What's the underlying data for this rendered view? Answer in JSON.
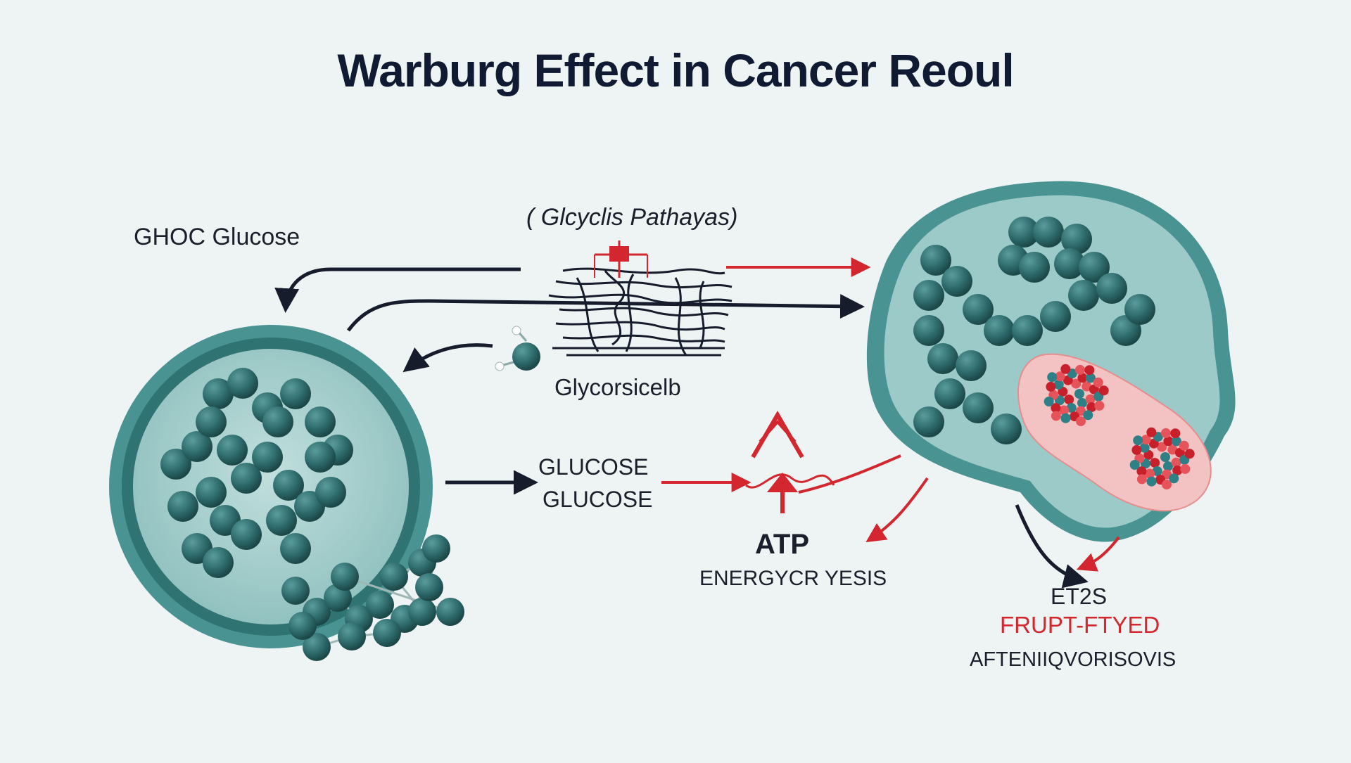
{
  "title": "Warburg Effect in Cancer Reoul",
  "labels": {
    "glucose_in": "GHOC Glucose",
    "pathways": "( Glcyclis Pathayas)",
    "glycos": "Glycorsicelb",
    "glucose_1": "GLUCOSE",
    "glucose_2": "GLUCOSE",
    "atp": "ATP",
    "energy": "ENERGYCR YESIS",
    "ets": "ET2S",
    "frupt": "FRUPT-FTYED",
    "aften": "AFTENIIQVORISOVIS"
  },
  "colors": {
    "background": "#eef4f3",
    "cell_membrane": "#3f8a8a",
    "cell_inner": "#a8cfcd",
    "organelle": "#2e6b6c",
    "arrow_dark": "#161c2c",
    "arrow_red": "#d3262e",
    "nucleus_fill": "#f3c3c3"
  },
  "icons": {
    "molecule": "molecule-icon",
    "pathway_node": "pathway-node-icon",
    "atp_burst": "atp-burst-icon"
  }
}
